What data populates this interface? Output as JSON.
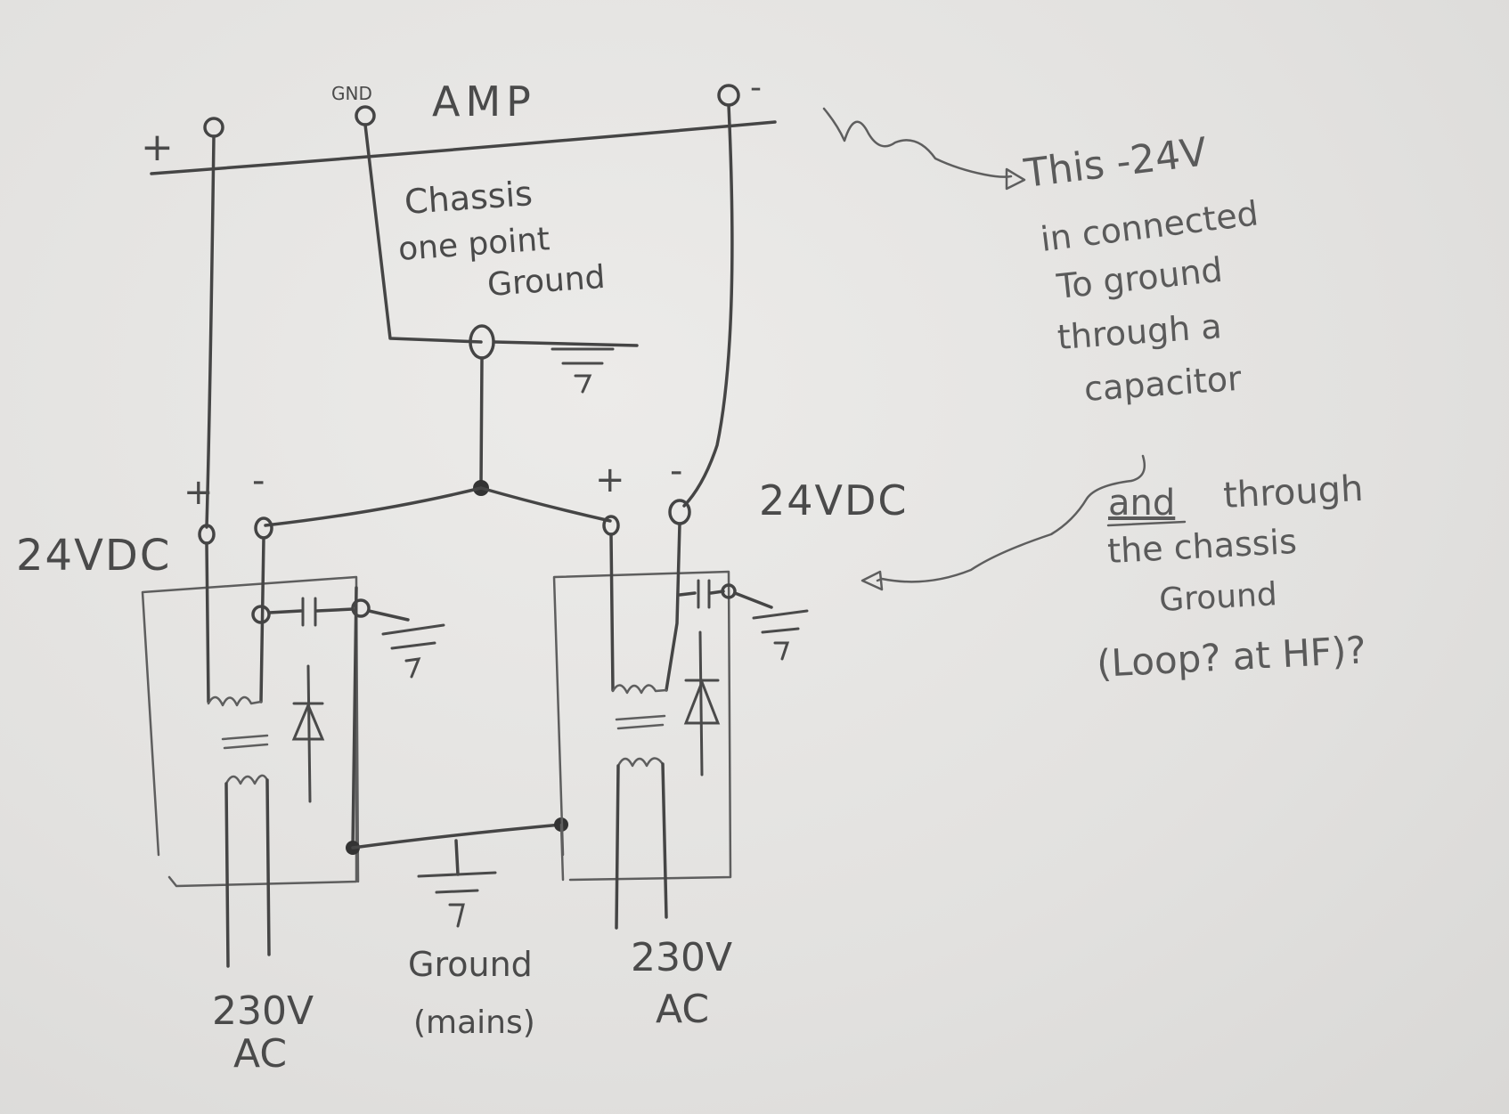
{
  "amp": {
    "plus": "+",
    "gnd": "GND",
    "title": "AMP",
    "minus": "-"
  },
  "chassis_note": [
    "Chassis",
    "one point",
    "Ground"
  ],
  "psu_left": {
    "label": "24VDC",
    "plus": "+",
    "minus": "-",
    "ac": [
      "230V",
      "AC"
    ]
  },
  "psu_right": {
    "label": "24VDC",
    "plus": "+",
    "minus": "-",
    "ac": [
      "230V",
      "AC"
    ]
  },
  "mains_ground": [
    "Ground",
    "(mains)"
  ],
  "note_top": [
    "This -24V",
    "in connected",
    "To ground",
    "through a",
    "capacitor"
  ],
  "note_bottom": {
    "emph": "and",
    "lines": [
      "through",
      "the chassis",
      "Ground",
      "(Loop? at HF)?"
    ]
  }
}
